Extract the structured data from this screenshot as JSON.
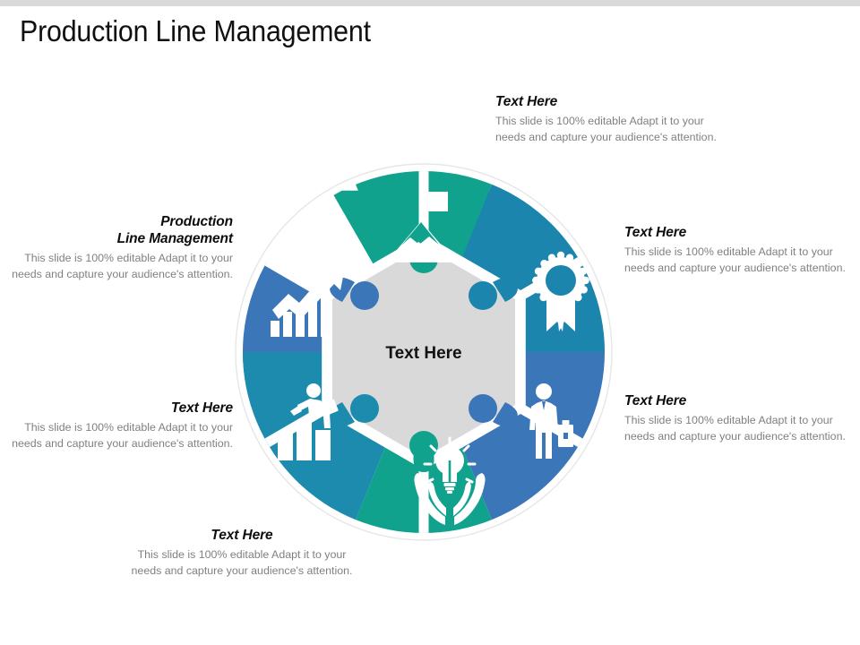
{
  "slide": {
    "title": "Production Line Management",
    "background_color": "#ffffff",
    "top_bar_color": "#d9d9d9"
  },
  "center": {
    "label": "Text Here",
    "fill": "#d9d9d9",
    "text_color": "#000000"
  },
  "palette": {
    "teal": "#11a28e",
    "cyan": "#1c85ae",
    "blue": "#3b76b8",
    "gray": "#d9d9d9",
    "ring": "#f2f2f2",
    "ring_stroke": "#e3e3e3",
    "heading": "#0d0d0d",
    "body": "#808080"
  },
  "segments": [
    {
      "position": "top",
      "icon": "mountain-flag-icon",
      "color": "#11a28e"
    },
    {
      "position": "top-right",
      "icon": "award-ribbon-icon",
      "color": "#1c85ae"
    },
    {
      "position": "bottom-right",
      "icon": "businessman-icon",
      "color": "#3b76b8"
    },
    {
      "position": "bottom",
      "icon": "idea-in-hands-icon",
      "color": "#11a28e"
    },
    {
      "position": "bottom-left",
      "icon": "career-growth-icon",
      "color": "#1c8bae"
    },
    {
      "position": "top-left",
      "icon": "growth-chart-icon",
      "color": "#3b76b8"
    }
  ],
  "callouts": [
    {
      "id": "top-right",
      "heading": "Text Here",
      "body": "This slide is 100% editable Adapt it to your needs and capture your audience's attention.",
      "align": "left"
    },
    {
      "id": "right-upper",
      "heading": "Text Here",
      "body": "This slide is 100% editable Adapt it to your needs and capture your audience's attention.",
      "align": "left"
    },
    {
      "id": "right-lower",
      "heading": "Text Here",
      "body": "This slide is 100% editable Adapt it to your needs and capture your audience's attention.",
      "align": "left"
    },
    {
      "id": "left-upper",
      "heading_line1": "Production",
      "heading_line2": "Line Management",
      "body": "This slide is 100% editable Adapt it to your needs and capture your audience's attention.",
      "align": "right"
    },
    {
      "id": "left-lower",
      "heading": "Text Here",
      "body": "This slide is 100% editable Adapt it to your needs and capture your audience's attention.",
      "align": "right"
    },
    {
      "id": "bottom",
      "heading": "Text Here",
      "body": "This slide is 100% editable Adapt it to your needs and capture your audience's attention.",
      "align": "center"
    }
  ]
}
